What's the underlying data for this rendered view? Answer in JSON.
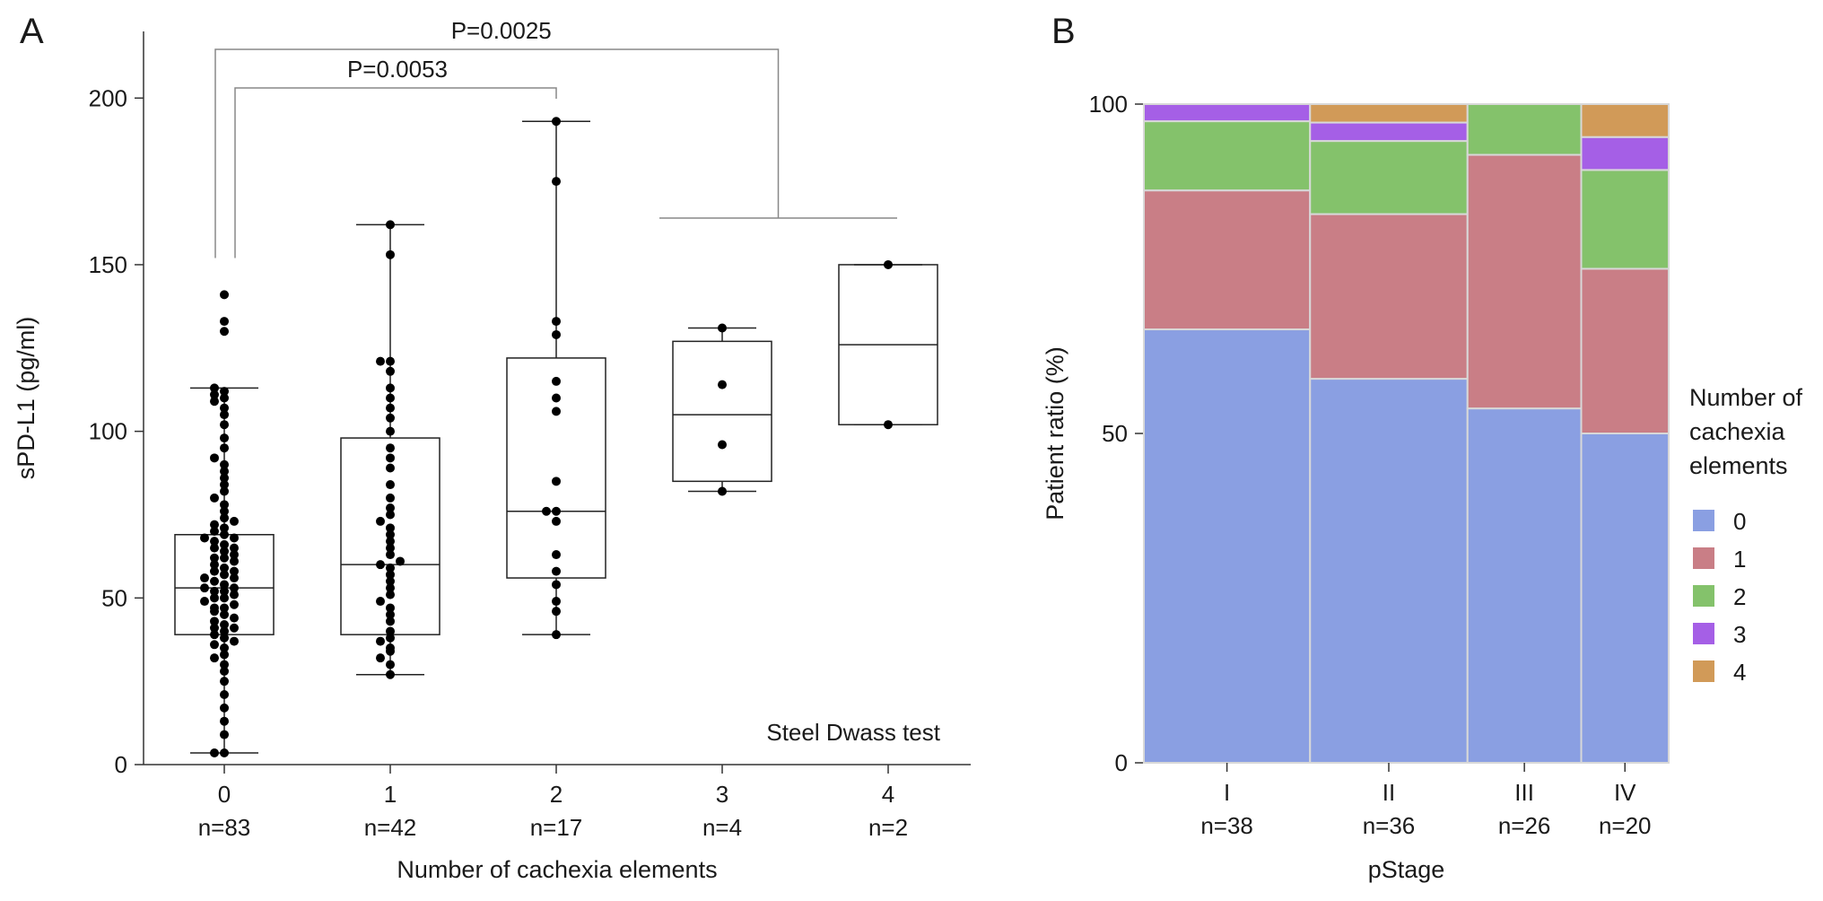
{
  "panels": {
    "a": {
      "letter": "A"
    },
    "b": {
      "letter": "B"
    }
  },
  "chart_data": [
    {
      "type": "box",
      "panel": "A",
      "ylabel": "sPD-L1 (pg/ml)",
      "xlabel": "Number of cachexia elements",
      "ylim": [
        0,
        220
      ],
      "yticks": [
        0,
        50,
        100,
        150,
        200
      ],
      "grid": false,
      "categories": [
        {
          "label": "0",
          "n_label": "n=83",
          "box": {
            "min": 3.5,
            "q1": 39,
            "median": 53,
            "q3": 69,
            "max": 113
          },
          "points": [
            3.5,
            3.5,
            9,
            13,
            17,
            21,
            25,
            28,
            30,
            32,
            33,
            35,
            36,
            37,
            38,
            39,
            40,
            41,
            41,
            42,
            43,
            44,
            45,
            46,
            47,
            47,
            48,
            49,
            50,
            50,
            51,
            52,
            52,
            53,
            53,
            54,
            55,
            56,
            56,
            57,
            58,
            58,
            59,
            60,
            61,
            62,
            62,
            63,
            64,
            65,
            65,
            66,
            67,
            68,
            68,
            69,
            70,
            71,
            72,
            73,
            74,
            76,
            78,
            80,
            82,
            84,
            86,
            88,
            90,
            92,
            95,
            98,
            102,
            105,
            107,
            109,
            110,
            111,
            112,
            113,
            130,
            133,
            141
          ]
        },
        {
          "label": "1",
          "n_label": "n=42",
          "box": {
            "min": 27,
            "q1": 39,
            "median": 60,
            "q3": 98,
            "max": 162
          },
          "points": [
            27,
            30,
            32,
            34,
            35,
            37,
            38,
            40,
            43,
            45,
            47,
            49,
            51,
            53,
            55,
            57,
            59,
            61,
            63,
            65,
            67,
            69,
            71,
            73,
            75,
            77,
            80,
            84,
            89,
            92,
            95,
            100,
            104,
            107,
            110,
            113,
            118,
            121,
            121,
            153,
            162,
            60
          ]
        },
        {
          "label": "2",
          "n_label": "n=17",
          "box": {
            "min": 39,
            "q1": 56,
            "median": 76,
            "q3": 122,
            "max": 193
          },
          "points": [
            39,
            46,
            49,
            54,
            58,
            63,
            73,
            76,
            76,
            106,
            110,
            115,
            129,
            133,
            175,
            193,
            85
          ]
        },
        {
          "label": "3",
          "n_label": "n=4",
          "box": {
            "min": 82,
            "q1": 85,
            "median": 105,
            "q3": 127,
            "max": 131
          },
          "points": [
            82,
            96,
            114,
            131
          ]
        },
        {
          "label": "4",
          "n_label": "n=2",
          "box": {
            "min": 102,
            "q1": 102,
            "median": 126,
            "q3": 150,
            "max": 150
          },
          "points": [
            102,
            150
          ]
        }
      ],
      "annotations": [
        {
          "text": "P=0.0053",
          "from": "0",
          "to": "2"
        },
        {
          "text": "P=0.0025",
          "from": "0",
          "to": "3-4"
        },
        {
          "text": "Steel Dwass test",
          "position": "bottom-right"
        }
      ]
    },
    {
      "type": "mosaic",
      "panel": "B",
      "ylabel": "Patient ratio (%)",
      "xlabel": "pStage",
      "ylim": [
        0,
        100
      ],
      "yticks": [
        0,
        50,
        100
      ],
      "legend_title": "Number of cachexia elements",
      "legend_position": "right",
      "colors": {
        "0": "#8a9fe2",
        "1": "#c97e86",
        "2": "#84c26b",
        "3": "#a55fe6",
        "4": "#d19a58"
      },
      "series_order": [
        "0",
        "1",
        "2",
        "3",
        "4"
      ],
      "categories": [
        {
          "label": "I",
          "n_label": "n=38",
          "n": 38,
          "shares": [
            65.8,
            21.1,
            10.5,
            2.6,
            0
          ]
        },
        {
          "label": "II",
          "n_label": "n=36",
          "n": 36,
          "shares": [
            58.3,
            25.0,
            11.1,
            2.8,
            2.8
          ]
        },
        {
          "label": "III",
          "n_label": "n=26",
          "n": 26,
          "shares": [
            53.8,
            38.5,
            7.7,
            0,
            0
          ]
        },
        {
          "label": "IV",
          "n_label": "n=20",
          "n": 20,
          "shares": [
            50,
            25,
            15,
            5,
            5
          ]
        }
      ]
    }
  ]
}
